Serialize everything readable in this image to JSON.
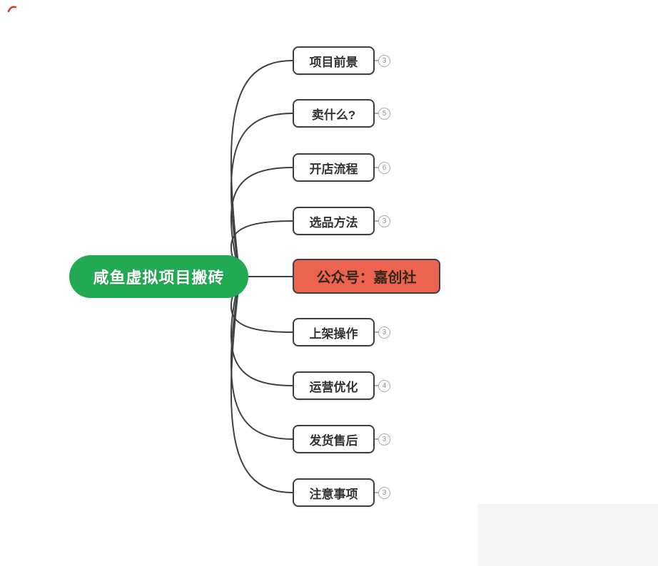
{
  "mindmap": {
    "root": {
      "label": "咸鱼虚拟项目搬砖"
    },
    "branches": [
      {
        "label": "项目前景",
        "badge": "3"
      },
      {
        "label": "卖什么?",
        "badge": "5"
      },
      {
        "label": "开店流程",
        "badge": "6"
      },
      {
        "label": "选品方法",
        "badge": "3"
      },
      {
        "label": "公众号：嘉创社",
        "badge": null,
        "highlight": true
      },
      {
        "label": "上架操作",
        "badge": "3"
      },
      {
        "label": "运营优化",
        "badge": "4"
      },
      {
        "label": "发货售后",
        "badge": "3"
      },
      {
        "label": "注意事项",
        "badge": "3"
      }
    ],
    "colors": {
      "root_bg": "#21a953",
      "root_text": "#ffffff",
      "highlight_bg": "#ec6450",
      "node_border": "#3c4043",
      "node_text": "#333333",
      "edge": "#3d4247",
      "badge": "#a8adb3",
      "panel_bg": "#f5f6f8",
      "corner_mark": "#d93a2b"
    }
  }
}
